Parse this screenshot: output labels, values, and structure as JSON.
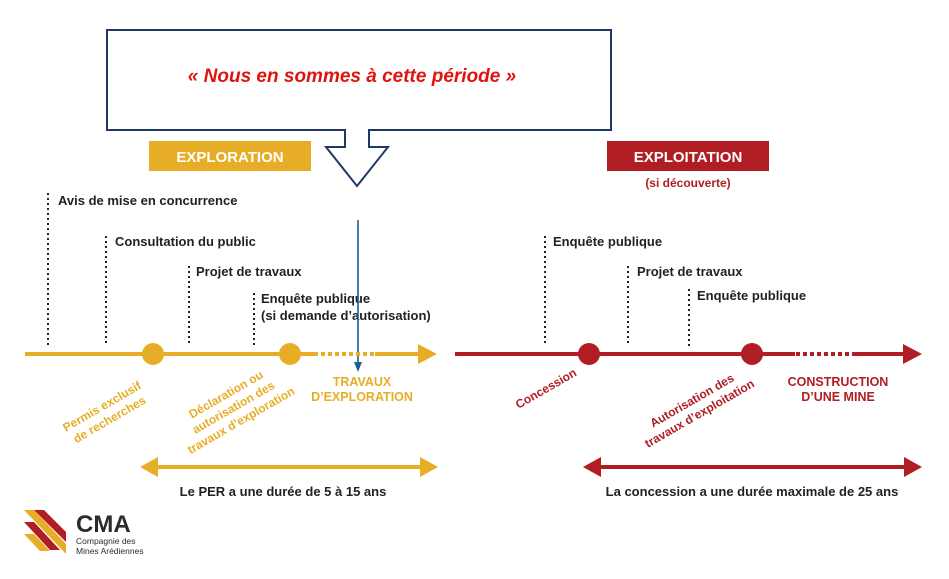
{
  "callout": {
    "text": "« Nous en sommes à cette période »"
  },
  "phases": {
    "exploration": {
      "title": "EXPLORATION"
    },
    "exploitation": {
      "title": "EXPLOITATION",
      "subtitle": "(si découverte)"
    }
  },
  "exploration_steps": {
    "avis": "Avis de mise en concurrence",
    "consultation": "Consultation du public",
    "projet": "Projet de travaux",
    "enquete_line1": "Enquête publique",
    "enquete_line2": "(si demande d’autorisation)"
  },
  "exploitation_steps": {
    "enquete1": "Enquête publique",
    "projet": "Projet de travaux",
    "enquete2": "Enquête publique"
  },
  "exploration_milestones": {
    "per_line1": "Permis exclusif",
    "per_line2": "de recherches",
    "decl_line1": "Déclaration ou",
    "decl_line2": "autorisation des",
    "decl_line3": "travaux d’exploration",
    "travaux_line1": "TRAVAUX",
    "travaux_line2": "D’EXPLORATION"
  },
  "exploitation_milestones": {
    "concession": "Concession",
    "auth_line1": "Autorisation des",
    "auth_line2": "travaux d’exploitation",
    "constr_line1": "CONSTRUCTION",
    "constr_line2": "D’UNE MINE"
  },
  "durations": {
    "per": "Le PER a une durée de 5 à 15 ans",
    "concession": "La concession a une durée maximale de 25 ans"
  },
  "logo": {
    "name": "CMA",
    "line1": "Compagnie des",
    "line2": "Mines Arédiennes"
  },
  "colors": {
    "exploration": "#e8ad27",
    "exploitation": "#b01e23",
    "callout_border": "#1f3864",
    "callout_text": "#e0140f"
  }
}
